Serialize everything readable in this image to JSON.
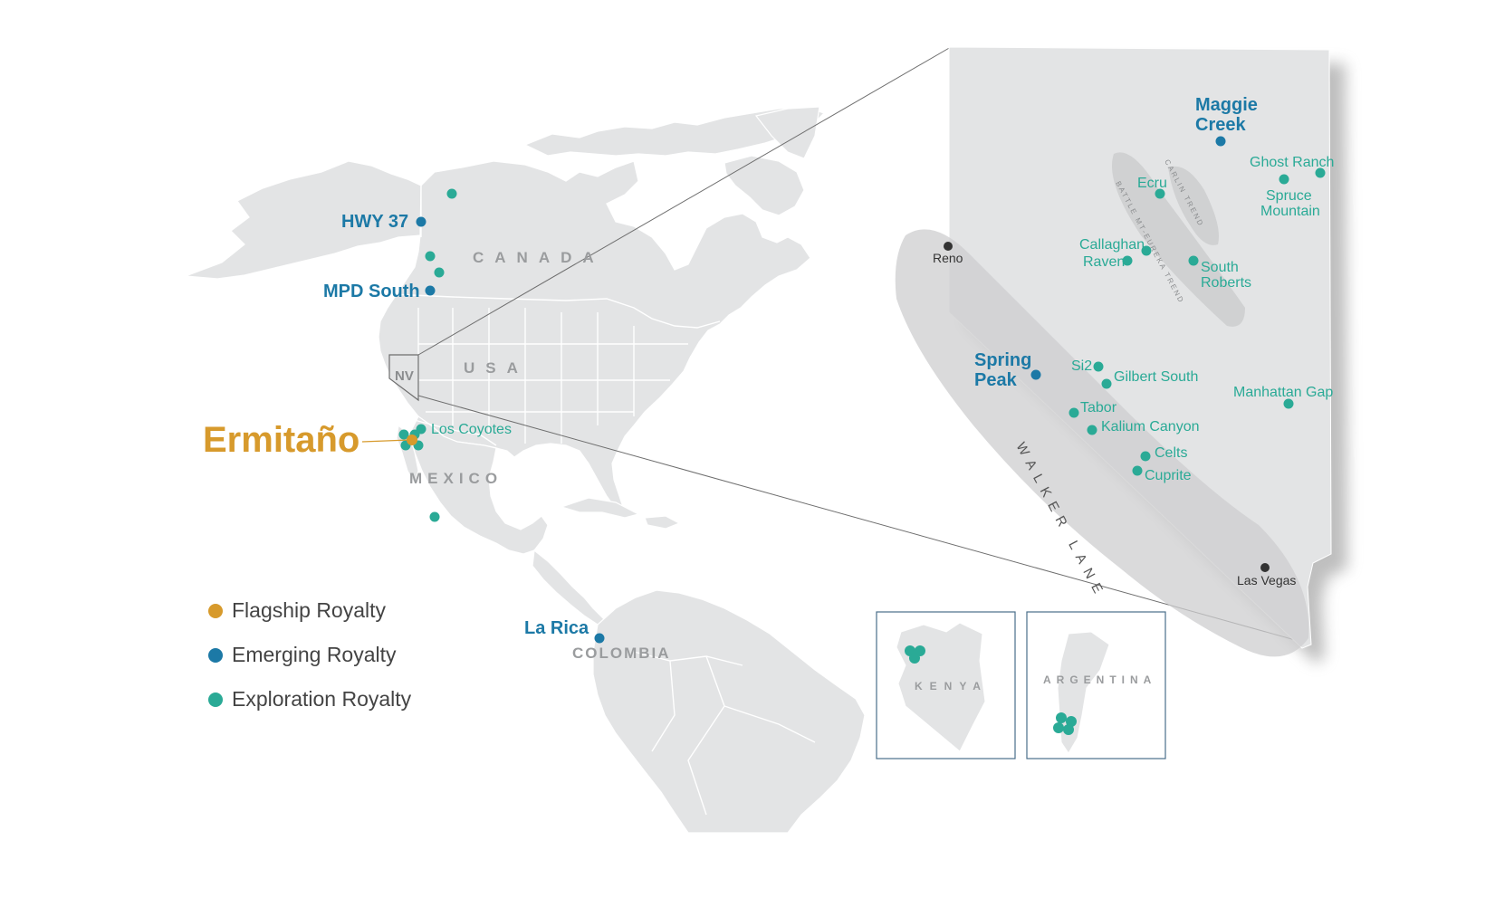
{
  "colors": {
    "flagship": "#d79a2c",
    "emerging": "#1c79a6",
    "exploration": "#2aaa96",
    "city": "#333333",
    "land": "#e3e4e5"
  },
  "countries": {
    "canada": "CANADA",
    "usa": "USA",
    "mexico": "MEXICO",
    "colombia": "COLOMBIA",
    "nv": "NV",
    "kenya": "KENYA",
    "argentina": "ARGENTINA"
  },
  "flagship": {
    "ermitano": "Ermitaño"
  },
  "emerging": {
    "hwy37": "HWY 37",
    "mpd_south": "MPD South",
    "la_rica": "La Rica",
    "maggie_creek": [
      "Maggie",
      "Creek"
    ],
    "spring_peak": [
      "Spring",
      "Peak"
    ]
  },
  "exploration": {
    "los_coyotes": "Los Coyotes",
    "ecru": "Ecru",
    "ghost_ranch": "Ghost Ranch",
    "spruce_mountain": [
      "Spruce",
      "Mountain"
    ],
    "callaghan": "Callaghan",
    "raven": "Raven",
    "south_roberts": [
      "South",
      "Roberts"
    ],
    "si2": "Si2",
    "gilbert_south": "Gilbert South",
    "tabor": "Tabor",
    "kalium_canyon": "Kalium Canyon",
    "manhattan_gap": "Manhattan Gap",
    "celts": "Celts",
    "cuprite": "Cuprite"
  },
  "cities": {
    "reno": "Reno",
    "las_vegas": "Las Vegas"
  },
  "trends": {
    "carlin": "CARLIN TREND",
    "battle": "BATTLE MT-EUREKA TREND",
    "walker": "WALKER LANE"
  },
  "legend": [
    {
      "label": "Flagship Royalty",
      "color": "#d79a2c"
    },
    {
      "label": "Emerging Royalty",
      "color": "#1c79a6"
    },
    {
      "label": "Exploration Royalty",
      "color": "#2aaa96"
    }
  ]
}
